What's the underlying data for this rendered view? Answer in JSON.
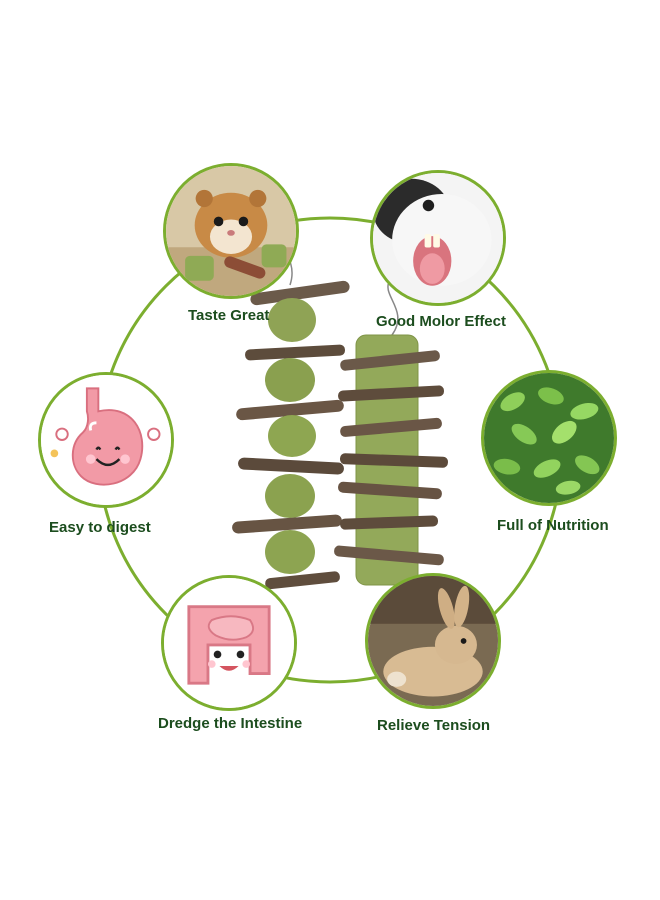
{
  "accent_color": "#7cae2f",
  "label_color": "#1c4d1e",
  "features": [
    {
      "label": "Taste Great",
      "icon": "hamster-photo"
    },
    {
      "label": "Good Molor Effect",
      "icon": "guinea-pig-teeth-photo"
    },
    {
      "label": "Easy to digest",
      "icon": "happy-stomach-icon"
    },
    {
      "label": "Full of Nutrition",
      "icon": "alfalfa-leaves-photo"
    },
    {
      "label": "Dredge the Intestine",
      "icon": "happy-intestine-icon"
    },
    {
      "label": "Relieve Tension",
      "icon": "rabbit-photo"
    }
  ],
  "product": "apple-stick-and-grass-cake-chew-toy"
}
